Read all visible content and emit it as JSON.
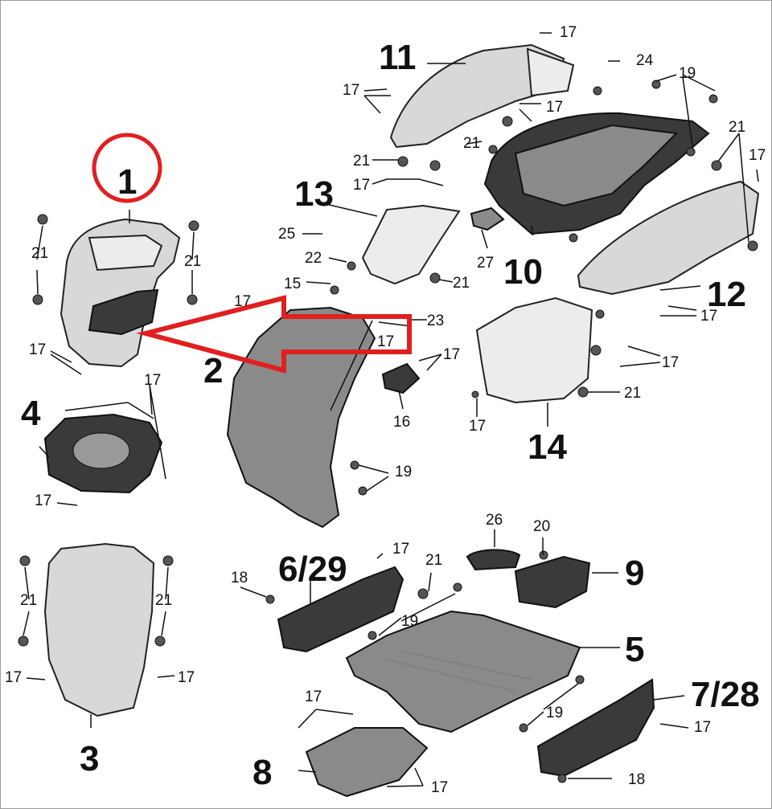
{
  "labels": {
    "p1": "1",
    "p2": "2",
    "p3": "3",
    "p4": "4",
    "p5": "5",
    "p629": "6/29",
    "p728": "7/28",
    "p8": "8",
    "p9": "9",
    "p10": "10",
    "p11": "11",
    "p12": "12",
    "p13": "13",
    "p14": "14",
    "p16": "16",
    "s15": "15",
    "s17": "17",
    "s18": "18",
    "s19": "19",
    "s20": "20",
    "s21": "21",
    "s22": "22",
    "s23": "23",
    "s24": "24",
    "s25": "25",
    "s26": "26",
    "s27": "27"
  },
  "highlight": {
    "color": "#e02020",
    "target_part": "1"
  }
}
